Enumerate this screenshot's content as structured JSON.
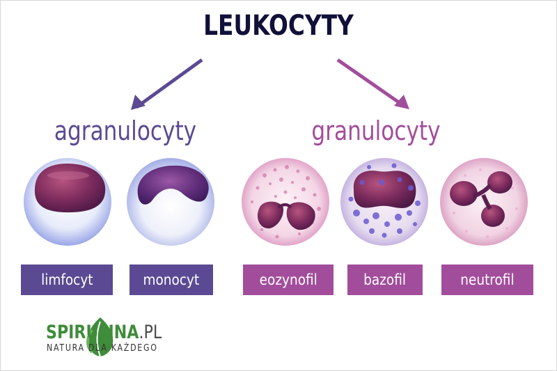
{
  "title": "LEUKOCYTY",
  "groups": [
    {
      "name": "agranulocyty",
      "color": "#5b4a93"
    },
    {
      "name": "granulocyty",
      "color": "#a24d9b"
    }
  ],
  "cells": [
    {
      "label": "limfocyt",
      "group": "agranulocyty",
      "color": "#5b4a93"
    },
    {
      "label": "monocyt",
      "group": "agranulocyty",
      "color": "#5b4a93"
    },
    {
      "label": "eozynofil",
      "group": "granulocyty",
      "color": "#a24d9b"
    },
    {
      "label": "bazofil",
      "group": "granulocyty",
      "color": "#a24d9b"
    },
    {
      "label": "neutrofil",
      "group": "granulocyty",
      "color": "#a24d9b"
    }
  ],
  "brand": {
    "name": "SPIRULINA",
    "suffix": ".PL",
    "tagline": "NATURA DLA KAŻDEGO",
    "icon": "leaf-icon",
    "color": "#3f8c3a"
  }
}
